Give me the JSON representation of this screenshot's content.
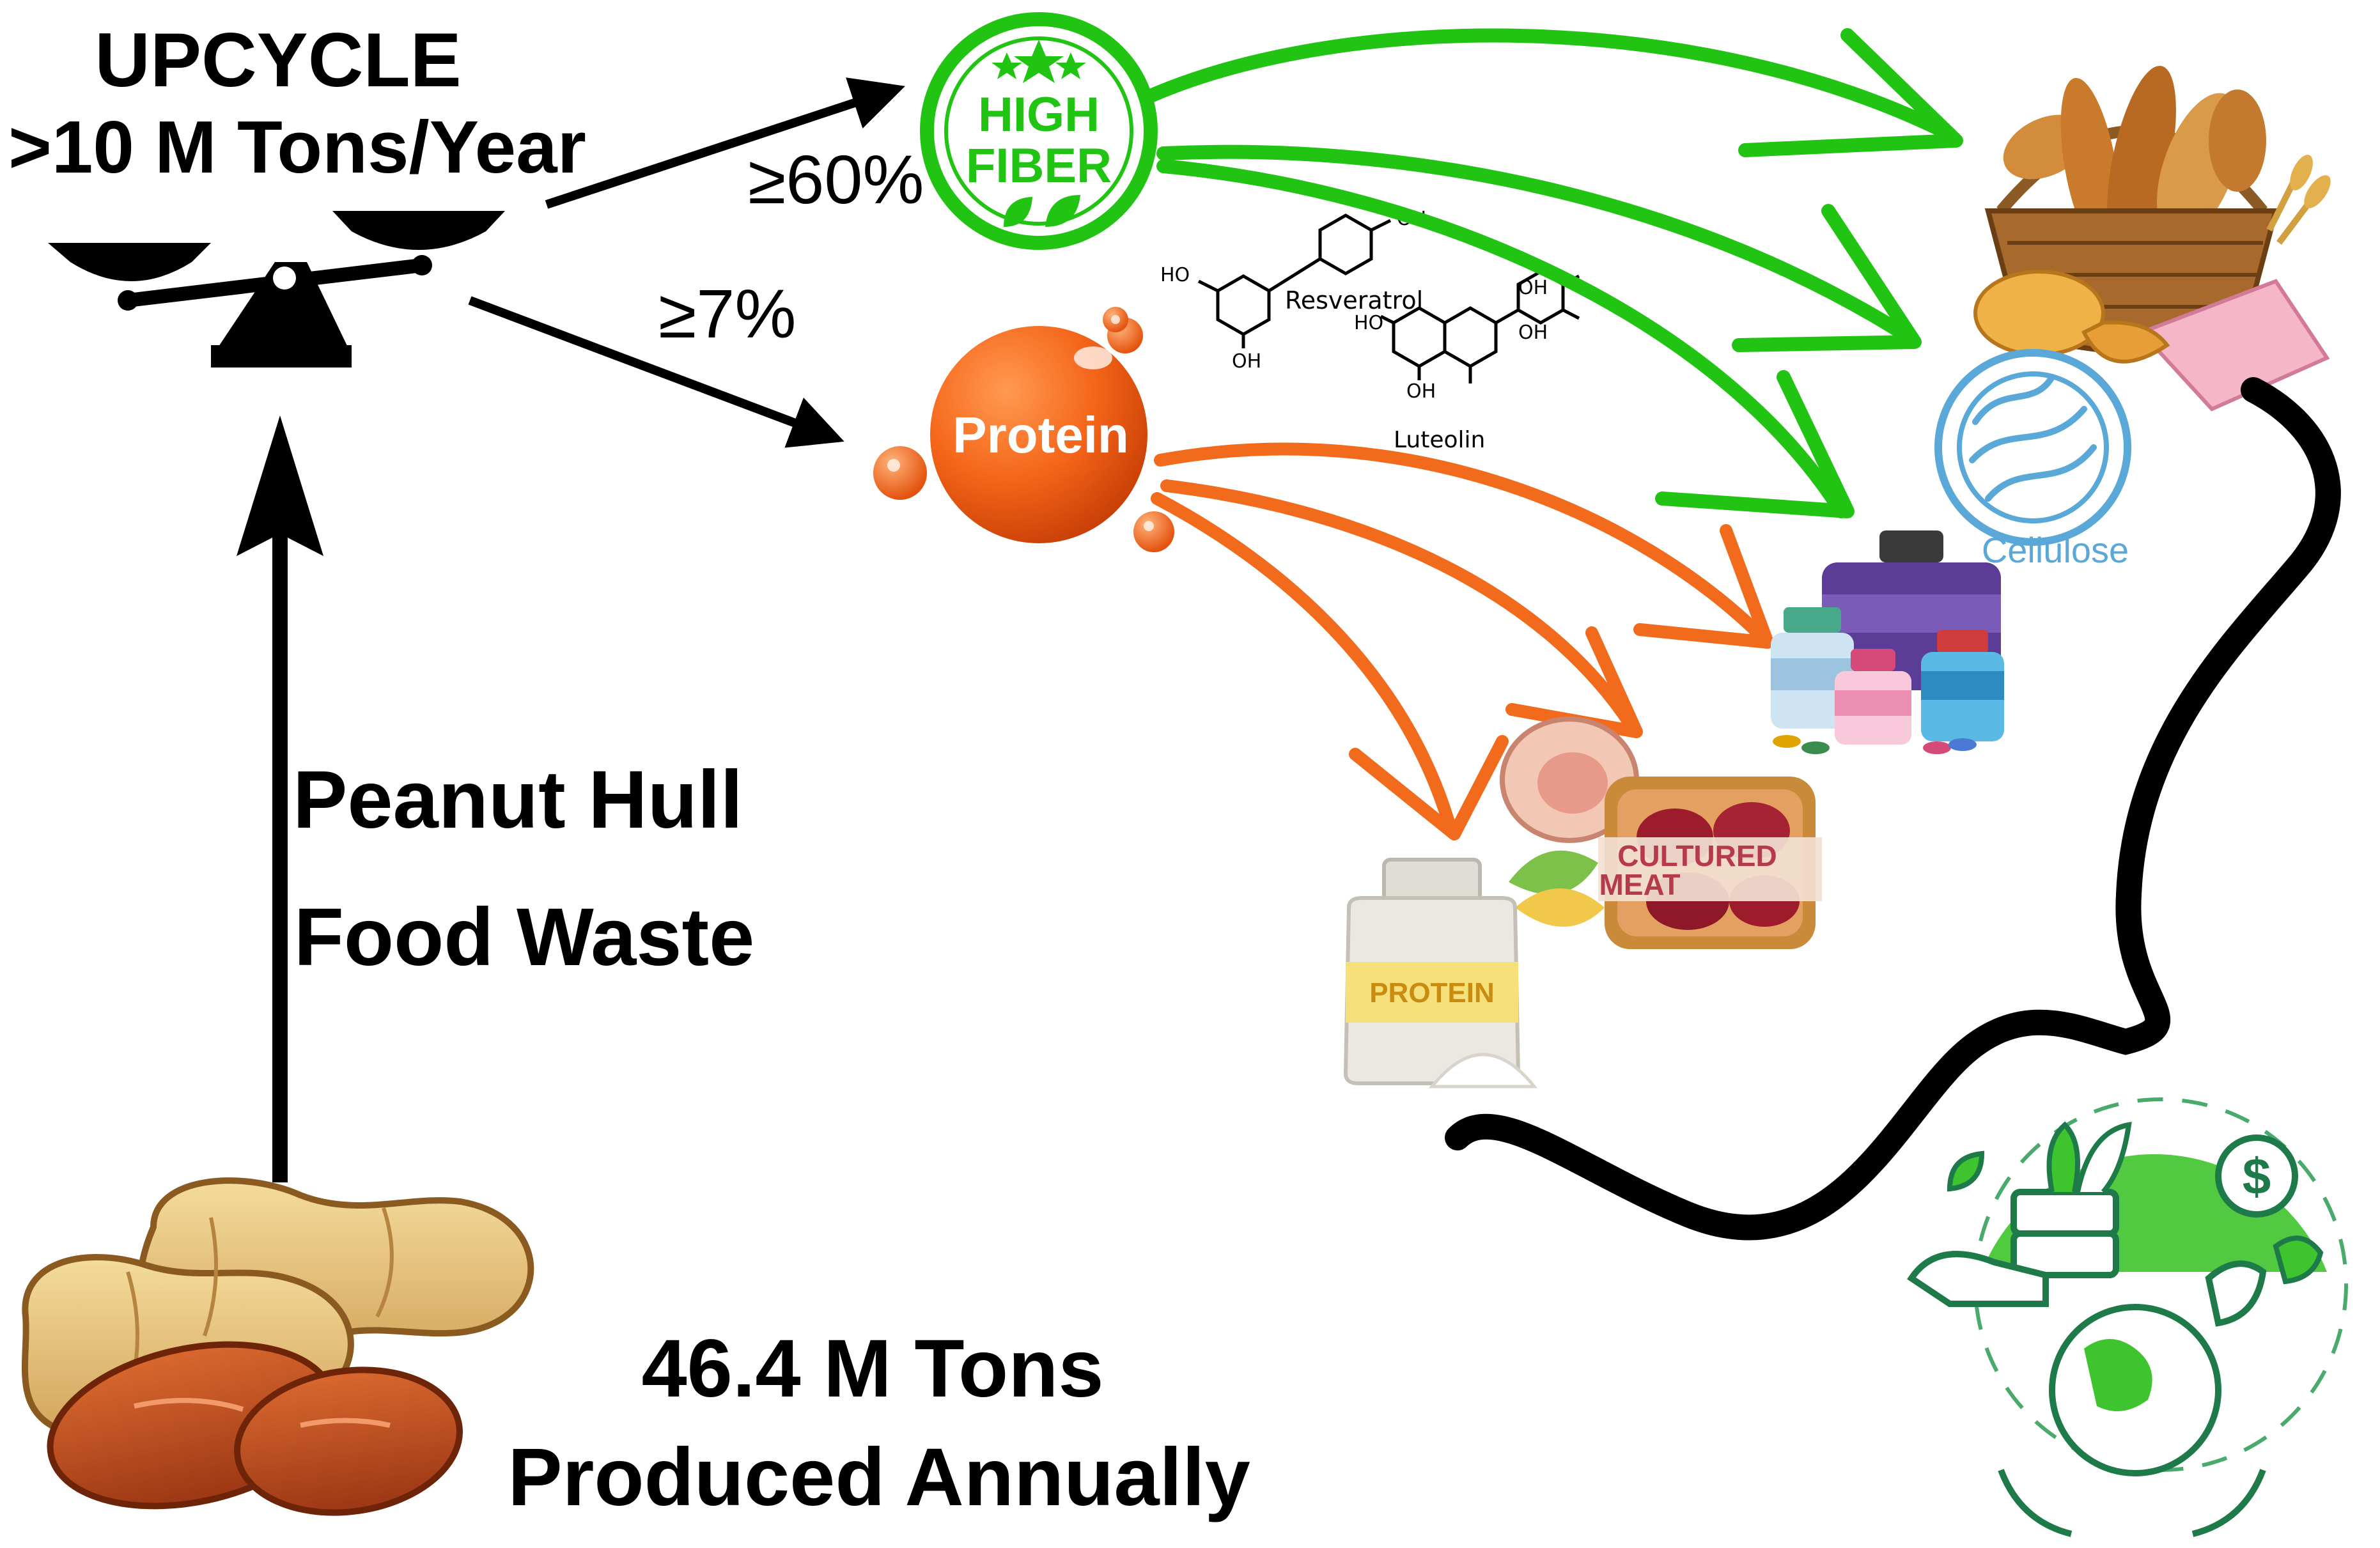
{
  "header": {
    "line1": "UPCYCLE",
    "line2": ">10 M Tons/Year"
  },
  "branches": {
    "fiber_share": "≥60%",
    "protein_share": "≥7%"
  },
  "source": {
    "line1": "Peanut Hull",
    "line2": "Food Waste"
  },
  "production": {
    "line1": "46.4 M Tons",
    "line2": "Produced Annually"
  },
  "badges": {
    "fiber_line1": "HIGH",
    "fiber_line2": "FIBER",
    "protein": "Protein"
  },
  "molecules": {
    "resveratrol": "Resveratrol",
    "luteolin": "Luteolin",
    "oh": "OH",
    "ho": "HO"
  },
  "products": {
    "cellulose": "Cellulose",
    "cultured_line1": "CULTURED",
    "cultured_line2": "MEAT",
    "protein_jar": "PROTEIN",
    "money_symbol": "$"
  },
  "colors": {
    "fiber_green": "#22c414",
    "protein_orange": "#f26a1b",
    "cellulose_blue": "#5aa8d8",
    "arrow_black": "#000000"
  },
  "icons": [
    "balance-scale-icon",
    "peanut-icon",
    "high-fiber-badge-icon",
    "protein-bubble-icon",
    "bread-basket-icon",
    "cellulose-icon",
    "supplement-bottles-icon",
    "cultured-meat-icon",
    "protein-powder-jar-icon",
    "sustainability-icon"
  ]
}
